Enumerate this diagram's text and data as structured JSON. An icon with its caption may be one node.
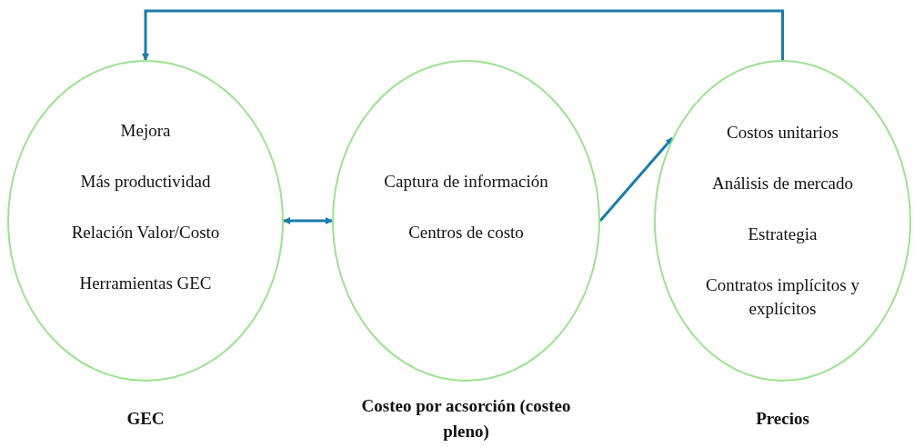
{
  "diagram": {
    "nodes": [
      {
        "text": [
          "Mejora",
          "Más productividad",
          "Relación Valor/Costo",
          "Herramientas GEC"
        ],
        "beside": [
          "GEC"
        ]
      },
      {
        "text": [
          "Captura de información",
          "Centros de costo"
        ],
        "beside": [
          "Costeo por acsorción (costeo pleno)"
        ]
      },
      {
        "text": [
          "Costos unitarios",
          "Análisis de mercado",
          "Estrategia",
          "Contratos implícitos y explícitos"
        ],
        "beside": [
          "Precios"
        ]
      }
    ],
    "edges": [
      {
        "from": 2,
        "to": 0,
        "arrow": "to"
      },
      {
        "from": 0,
        "to": 1,
        "arrow": "both"
      },
      {
        "from": 1,
        "to": 2,
        "arrow": "to"
      }
    ]
  }
}
